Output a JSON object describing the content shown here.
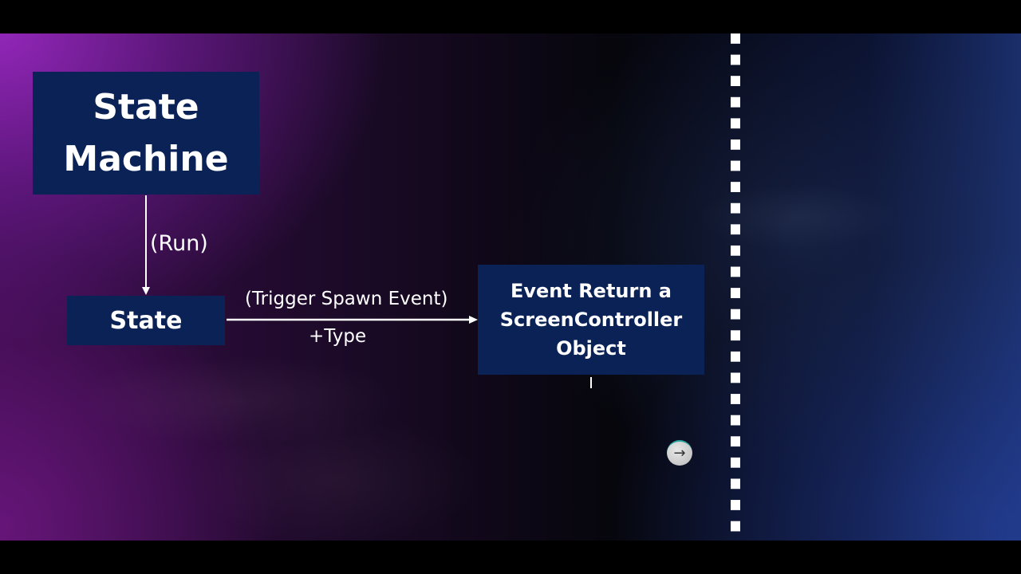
{
  "diagram": {
    "nodes": {
      "state_machine": {
        "line1": "State",
        "line2": "Machine"
      },
      "state": {
        "label": "State"
      },
      "event": {
        "line1": "Event Return a",
        "line2": "ScreenController",
        "line3": "Object"
      }
    },
    "edges": {
      "run": {
        "label": "(Run)"
      },
      "trigger": {
        "label": "(Trigger Spawn Event)",
        "sublabel": "+Type"
      }
    }
  },
  "controls": {
    "next_icon": "arrow-right-icon",
    "next_glyph": "→"
  },
  "colors": {
    "box_fill": "#0b2257",
    "text": "#ffffff",
    "divider": "#ffffff"
  }
}
